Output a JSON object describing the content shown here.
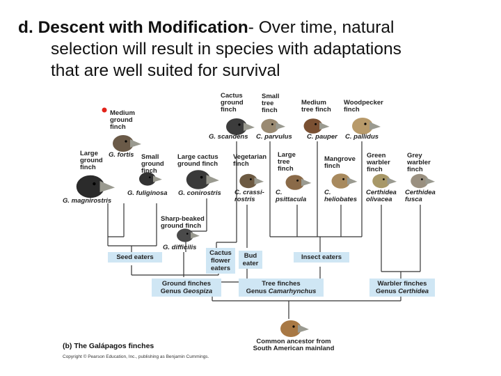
{
  "heading": {
    "lead": "d. Descent with Modification",
    "line1_rest": "- Over time, natural",
    "line2": "selection will result in species with adaptations",
    "line3": "that are well suited for survival"
  },
  "finches": [
    {
      "id": "g-fortis",
      "name": "Medium\nground\nfinch",
      "species": "G. fortis",
      "color": "#6a5a48"
    },
    {
      "id": "g-magnirostris",
      "name": "Large\nground\nfinch",
      "species": "G. magnirostris",
      "color": "#2b2b2b"
    },
    {
      "id": "g-fuliginosa",
      "name": "Small\nground\nfinch",
      "species": "G. fuliginosa",
      "color": "#333333"
    },
    {
      "id": "g-conirostris",
      "name": "Large cactus\nground finch",
      "species": "G. conirostris",
      "color": "#3a3a3a"
    },
    {
      "id": "g-scandens",
      "name": "Cactus\nground\nfinch",
      "species": "G. scandens",
      "color": "#3c3c3c"
    },
    {
      "id": "g-difficilis",
      "name": "Sharp-beaked\nground finch",
      "species": "G. difficilis",
      "color": "#4a4a4a"
    },
    {
      "id": "c-crassirostris",
      "name": "Vegetarian\nfinch",
      "species": "C. crassi-\nrostris",
      "color": "#6d5a42"
    },
    {
      "id": "c-parvulus",
      "name": "Small\ntree\nfinch",
      "species": "C. parvulus",
      "color": "#9a8a72"
    },
    {
      "id": "c-psittacula",
      "name": "Large\ntree\nfinch",
      "species": "C.\npsittacula",
      "color": "#8a6a48"
    },
    {
      "id": "c-pauper",
      "name": "Medium\ntree finch",
      "species": "C. pauper",
      "color": "#7a5032"
    },
    {
      "id": "c-heliobates",
      "name": "Mangrove\nfinch",
      "species": "C.\nheliobates",
      "color": "#a88a5e"
    },
    {
      "id": "c-pallidus",
      "name": "Woodpecker\nfinch",
      "species": "C. pallidus",
      "color": "#b89a6a"
    },
    {
      "id": "c-olivacea",
      "name": "Green\nwarbler\nfinch",
      "species": "Certhidea\nolivacea",
      "color": "#a89868"
    },
    {
      "id": "c-fusca",
      "name": "Grey\nwarbler\nfinch",
      "species": "Certhidea\nfusca",
      "color": "#9a9080"
    }
  ],
  "feeding": {
    "seed": "Seed eaters",
    "cactus": "Cactus\nflower\neaters",
    "bud": "Bud\neater",
    "insect": "Insect eaters"
  },
  "groups": {
    "ground": {
      "line1": "Ground finches",
      "genus_prefix": "Genus ",
      "genus": "Geospiza"
    },
    "tree": {
      "line1": "Tree finches",
      "genus_prefix": "Genus ",
      "genus": "Camarhynchus"
    },
    "warbler": {
      "line1": "Warbler finches",
      "genus_prefix": "Genus ",
      "genus": "Certhidea"
    }
  },
  "ancestor": "Common ancestor from\nSouth American mainland",
  "caption": "(b) The Galápagos finches",
  "copyright": "Copyright © Pearson Education, Inc., publishing as Benjamin Cummings.",
  "colors": {
    "group_box": "#cfe6f4",
    "line": "#333333",
    "highlight_dot": "#e2231a",
    "ancestor_bird": "#a87844"
  }
}
